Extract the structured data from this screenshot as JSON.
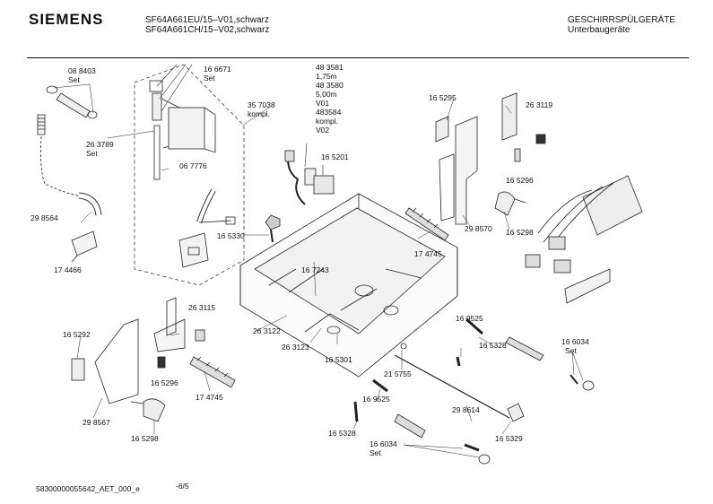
{
  "header": {
    "brand": "SIEMENS",
    "model_line_1": "SF64A661EU/15–V01,schwarz",
    "model_line_2": "SF64A661CH/15–V02,schwarz",
    "category": "GESCHIRRSPÜLGERÄTE",
    "subcategory": "Unterbaugeräte"
  },
  "part_labels": {
    "p088403": "08 8403",
    "set1": "Set",
    "p166671": "16 6671",
    "set2": "Set",
    "p483581": "48 3581",
    "len175": "1,75m",
    "p483580": "48 3580",
    "len500": "5,00m",
    "v01": "V01",
    "p483584": "483584",
    "kompl1": "kompl.",
    "v02": "V02",
    "p357038": "35 7038",
    "kompl2": "kompl.",
    "p263789": "26 3789",
    "set3": "Set",
    "p067776": "06 7776",
    "p165295": "16 5295",
    "p263119": "26 3119",
    "p165296a": "16 5296",
    "p165201": "16 5201",
    "p298564": "29 8564",
    "p174466": "17 4466",
    "p165330": "16 5330",
    "p174745a": "17 4745",
    "p298570": "29 8570",
    "p165298a": "16 5298",
    "p167243": "16 7243",
    "p263115": "26 3115",
    "p165292": "16 5292",
    "p263122": "26 3122",
    "p263123": "26 3123",
    "p165301": "16 5301",
    "p169525a": "16 9525",
    "p165328a": "16 5328",
    "p166034a": "16 6034",
    "set4": "Set",
    "p165296b": "16 5296",
    "p174745b": "17 4745",
    "p215755": "21 5755",
    "p298567": "29 8567",
    "p165298b": "16 5298",
    "p169525b": "16 9525",
    "p298614": "29 8614",
    "p165328b": "16 5328",
    "p166034b": "16 6034",
    "set5": "Set",
    "p165329": "16 5329"
  },
  "footer": {
    "doc_id": "58300000055642_AET_000_e",
    "page": "-6/5"
  }
}
